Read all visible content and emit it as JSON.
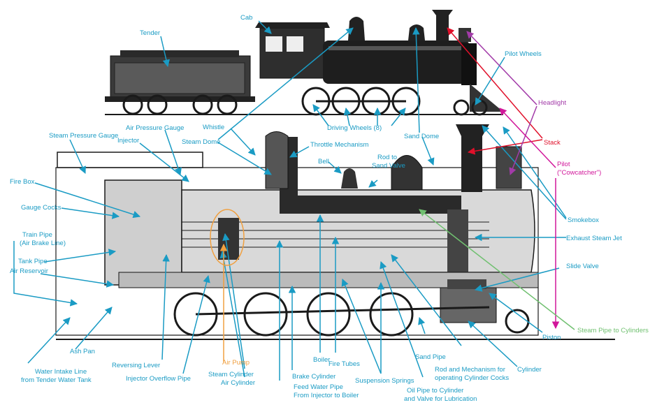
{
  "colors": {
    "blue": "#1a9bc4",
    "red": "#e0102a",
    "purple": "#a23aa8",
    "magenta": "#d1169a",
    "orange": "#f0a040",
    "green": "#70c070",
    "ink": "#1a1a1a"
  },
  "labels": {
    "cab": "Cab",
    "tender": "Tender",
    "pilot_wheels": "Pilot Wheels",
    "headlight": "Headlight",
    "stack": "Stack",
    "pilot_1": "Pilot",
    "pilot_2": "(\"Cowcatcher\")",
    "smokebox": "Smokebox",
    "exhaust_steam_jet": "Exhaust Steam Jet",
    "slide_valve": "Slide Valve",
    "steam_pipe_to_cylinders": "Steam Pipe to Cylinders",
    "piston": "Piston",
    "cylinder": "Cylinder",
    "rod_mech_1": "Rod and Mechanism for",
    "rod_mech_2": "operating Cylinder Cocks",
    "sand_pipe": "Sand Pipe",
    "oil_pipe_1": "Oil Pipe to Cylinder",
    "oil_pipe_2": "and Valve for Lubrication",
    "suspension_springs": "Suspension Springs",
    "fire_tubes": "Fire Tubes",
    "boiler": "Boiler",
    "feed_water_1": "Feed Water Pipe",
    "feed_water_2": "From Injector to Boiler",
    "brake_cylinder": "Brake Cylinder",
    "steam_cylinder": "Steam Cylinder",
    "air_cylinder": "Air Cylinder",
    "air_pump": "Air Pump",
    "injector_overflow_pipe": "Injector Overflow Pipe",
    "reversing_lever": "Reversing Lever",
    "water_intake_1": "Water Intake Line",
    "water_intake_2": "from Tender Water Tank",
    "ash_pan": "Ash Pan",
    "air_reservoir": "Air Reservoir",
    "tank_pipe": "Tank Pipe",
    "train_pipe_1": "Train Pipe",
    "train_pipe_2": "(Air Brake Line)",
    "gauge_cocks": "Gauge Cocks",
    "fire_box": "Fire Box",
    "steam_pressure_gauge": "Steam Pressure Gauge",
    "injector": "Injector",
    "air_pressure_gauge": "Air Pressure Gauge",
    "whistle": "Whistle",
    "steam_dome": "Steam Dome",
    "throttle_mechanism": "Throttle Mechanism",
    "bell": "Bell",
    "rod_to_sand_1": "Rod to",
    "rod_to_sand_2": "Sand Valve",
    "sand_dome": "Sand Dome",
    "driving_wheels": "Driving Wheels (8)"
  }
}
